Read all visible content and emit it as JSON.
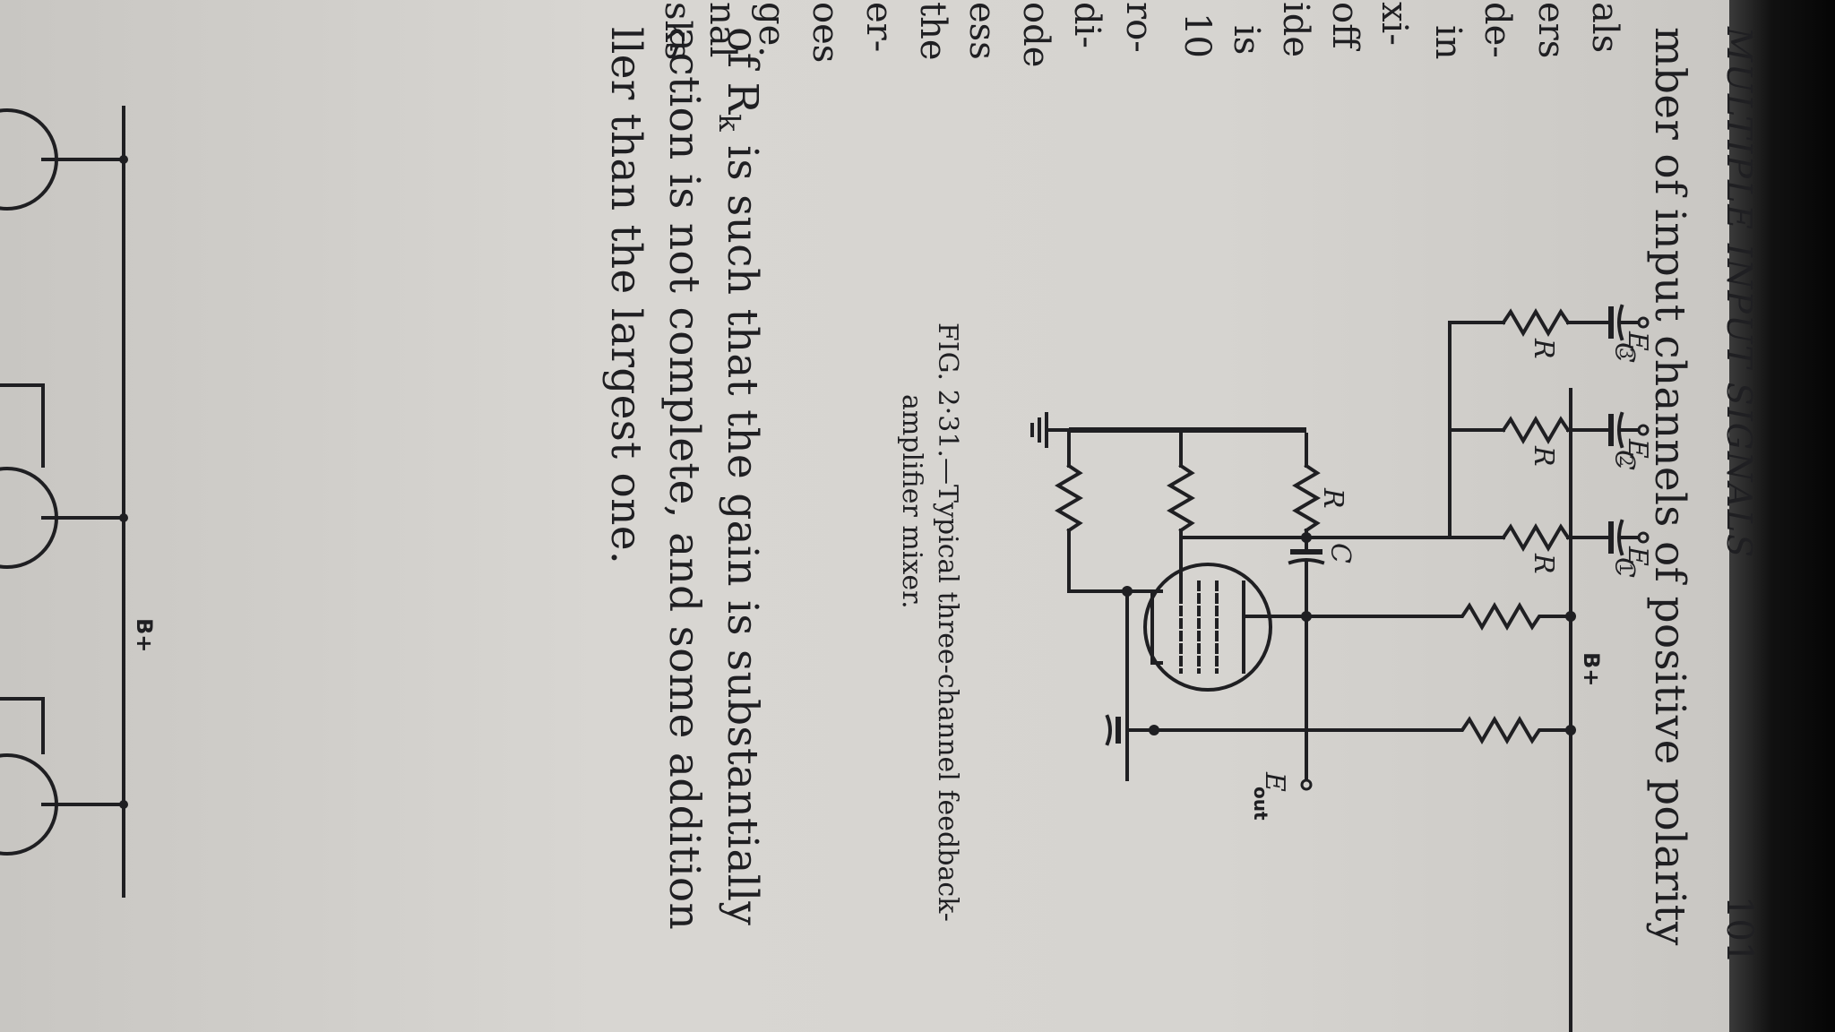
{
  "page": {
    "header": "MULTIPLE INPUT SIGNALS",
    "page_number": "101"
  },
  "body": {
    "line_top": "mber of input channels of positive polarity",
    "line_bottom_1": "of R",
    "line_bottom_1_sub": "k",
    "line_bottom_1_rest": " is such that the gain is substantially",
    "line_bottom_2": "action is not complete, and some addition",
    "line_bottom_3": "ller than the largest one."
  },
  "margin_fragments": [
    "als",
    "ers",
    "de-",
    "in",
    "xi-",
    "off",
    "ide",
    "is",
    "10",
    "ro-",
    "di-",
    "ode",
    "ess",
    "the",
    "er-",
    "oes",
    "ge.",
    "nal",
    "sks"
  ],
  "figure": {
    "caption_line1": "FIG. 2·31.—Typical three-channel feedback-",
    "caption_line2": "amplifier mixer.",
    "labels": {
      "b_plus": "B+",
      "b_plus_left": "B+",
      "capacitor": "C",
      "resistor": "R",
      "e1": "E",
      "e1_sub": "1",
      "e2": "E",
      "e2_sub": "2",
      "e3": "E",
      "e3_sub": "3",
      "eout": "E",
      "eout_sub": "out"
    }
  }
}
